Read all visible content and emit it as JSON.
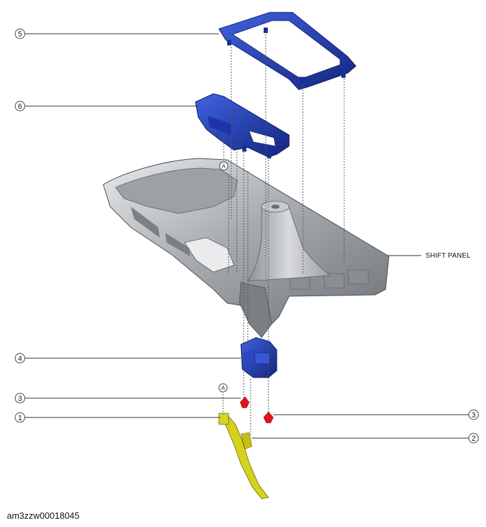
{
  "callouts": [
    {
      "id": "c5",
      "number": "5",
      "part": "bezel-frame"
    },
    {
      "id": "c6",
      "number": "6",
      "part": "switch-panel"
    },
    {
      "id": "c4",
      "number": "4",
      "part": "switch-module"
    },
    {
      "id": "c3l",
      "number": "3",
      "part": "clip-left"
    },
    {
      "id": "c1",
      "number": "1",
      "part": "wiring-connector"
    },
    {
      "id": "c3r",
      "number": "3",
      "part": "clip-right"
    },
    {
      "id": "c2",
      "number": "2",
      "part": "wiring-harness"
    }
  ],
  "reference_markers": {
    "upper": "A",
    "lower": "A"
  },
  "labels": {
    "shift_panel": "SHIFT PANEL"
  },
  "image_code": "am3zzw00018045",
  "colors": {
    "blue_part": "#2748c6",
    "blue_dark": "#14257e",
    "red_clip": "#e0141b",
    "harness_yellow": "#d5d21d",
    "panel_gray": "#b9bcbf"
  }
}
